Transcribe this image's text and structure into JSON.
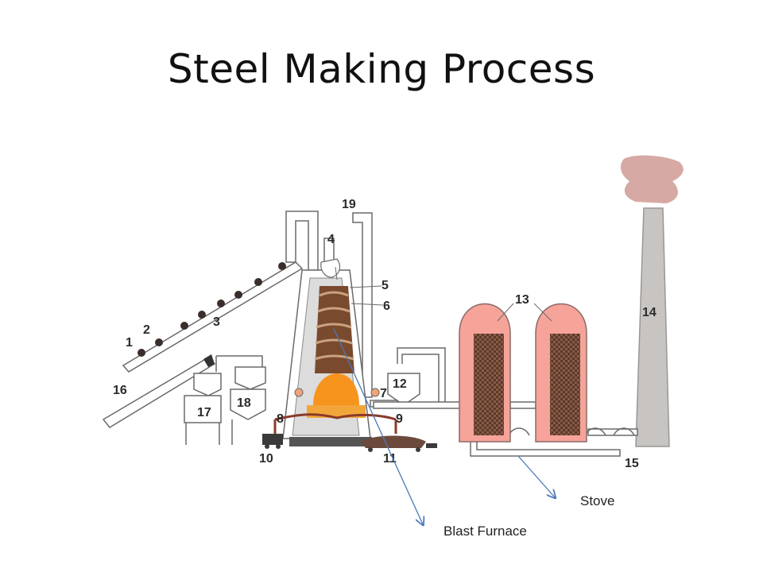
{
  "slide": {
    "title": "Steel Making Process"
  },
  "diagram": {
    "numbers": {
      "n1": "1",
      "n2": "2",
      "n3": "3",
      "n4": "4",
      "n5": "5",
      "n6": "6",
      "n7": "7",
      "n8": "8",
      "n9": "9",
      "n10": "10",
      "n11": "11",
      "n12": "12",
      "n13": "13",
      "n14": "14",
      "n15": "15",
      "n16": "16",
      "n17": "17",
      "n18": "18",
      "n19": "19"
    },
    "callouts": {
      "stove": "Stove",
      "blast_furnace": "Blast Furnace"
    }
  },
  "colors": {
    "outline": "#6a6a6a",
    "pipe_fill": "#ffffff",
    "stove_fill": "#f6a39a",
    "checker": "#6b4a3c",
    "chimney": "#c8c4c2",
    "smoke": "#d7a9a4",
    "furnace_brick": "#7a4a2e",
    "furnace_band": "#5a3420",
    "molten": "#f7941d",
    "base": "#555555",
    "arrow": "#4a78b8"
  }
}
